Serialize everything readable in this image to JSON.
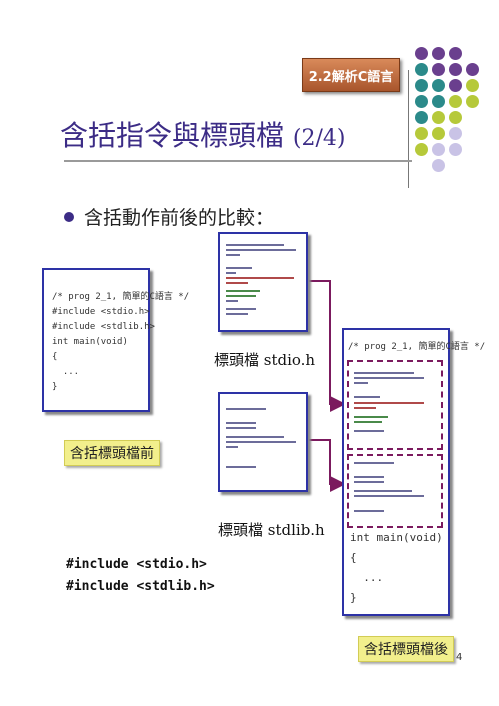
{
  "header": {
    "section_tag": "2.2解析C語言"
  },
  "title": {
    "main": "含括指令與標頭檔",
    "sub": "(2/4)"
  },
  "bullet": {
    "text": "含括動作前後的比較："
  },
  "before_file": {
    "lines": [
      "/* prog 2_1, 簡單的C語言 */",
      "#include <stdio.h>",
      "#include <stdlib.h>",
      "int main(void)",
      "{",
      "  ...",
      "}"
    ],
    "caption": "含括標頭檔前"
  },
  "stdio_file": {
    "label": "標頭檔 stdio.h"
  },
  "stdlib_file": {
    "label": "標頭檔 stdlib.h"
  },
  "after_file": {
    "top_line": "/* prog 2_1, 簡單的C語言 */",
    "bottom_lines": [
      "int main(void)",
      "{",
      "  ...",
      "}"
    ],
    "caption": "含括標頭檔後"
  },
  "include_lines": [
    "#include <stdio.h>",
    "#include <stdlib.h>"
  ],
  "page_number": "4",
  "colors": {
    "title": "#3c2c86",
    "card_border": "#2d32a6",
    "caption_bg": "#f2ef8c",
    "arrow": "#7b1a5e",
    "dot_purple": "#6a3f8e",
    "dot_teal": "#2b8a8a",
    "dot_lime": "#b6c93a",
    "dot_lavender": "#c9c3e6"
  }
}
